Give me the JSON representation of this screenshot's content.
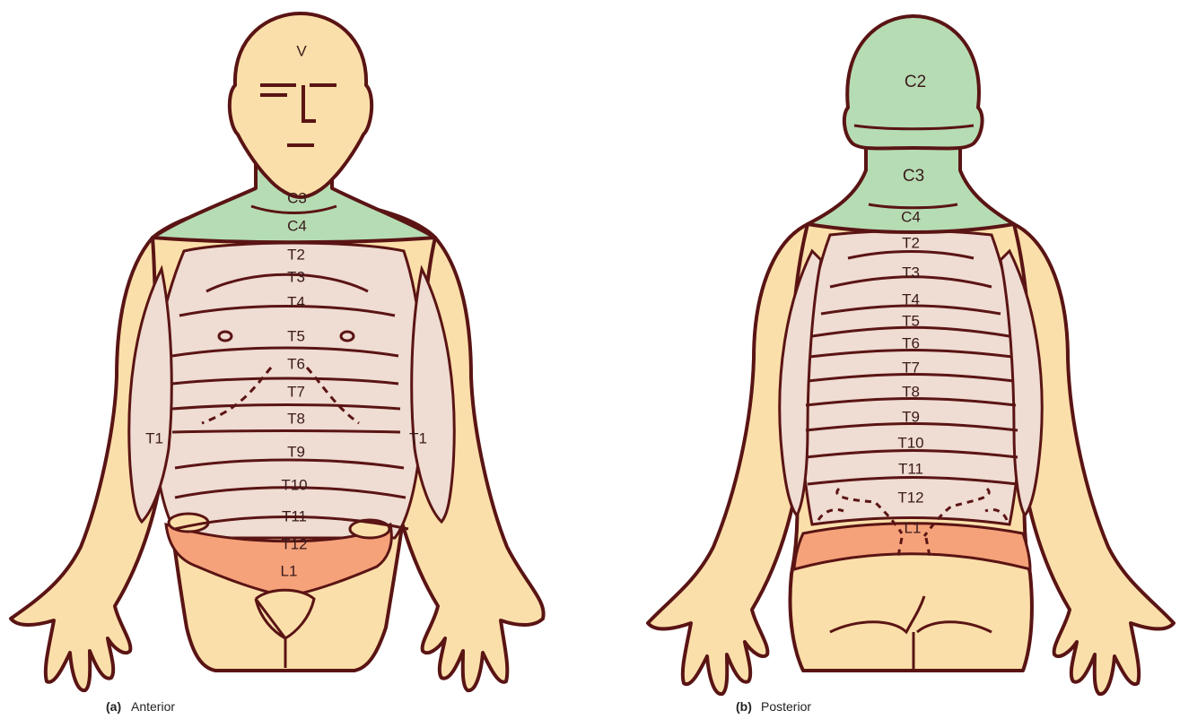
{
  "colors": {
    "skin": "#fbdfaa",
    "outline": "#5a1414",
    "trunk_band": "#efdcd2",
    "cervical": "#b6dcb4",
    "lumbar": "#f5a27a"
  },
  "anterior": {
    "caption_letter": "(a)",
    "caption_text": "Anterior",
    "labels": {
      "V": "V",
      "C3": "C3",
      "C4": "C4",
      "T2": "T2",
      "T3": "T3",
      "T4": "T4",
      "T5": "T5",
      "T6": "T6",
      "T7": "T7",
      "T8": "T8",
      "T9": "T9",
      "T10": "T10",
      "T11": "T11",
      "T12": "T12",
      "L1": "L1",
      "T1_left": "T1",
      "T1_right": "T1"
    }
  },
  "posterior": {
    "caption_letter": "(b)",
    "caption_text": "Posterior",
    "labels": {
      "C2": "C2",
      "C3": "C3",
      "C4": "C4",
      "T2": "T2",
      "T3": "T3",
      "T4": "T4",
      "T5": "T5",
      "T6": "T6",
      "T7": "T7",
      "T8": "T8",
      "T9": "T9",
      "T10": "T10",
      "T11": "T11",
      "T12": "T12",
      "L1": "L1"
    }
  }
}
